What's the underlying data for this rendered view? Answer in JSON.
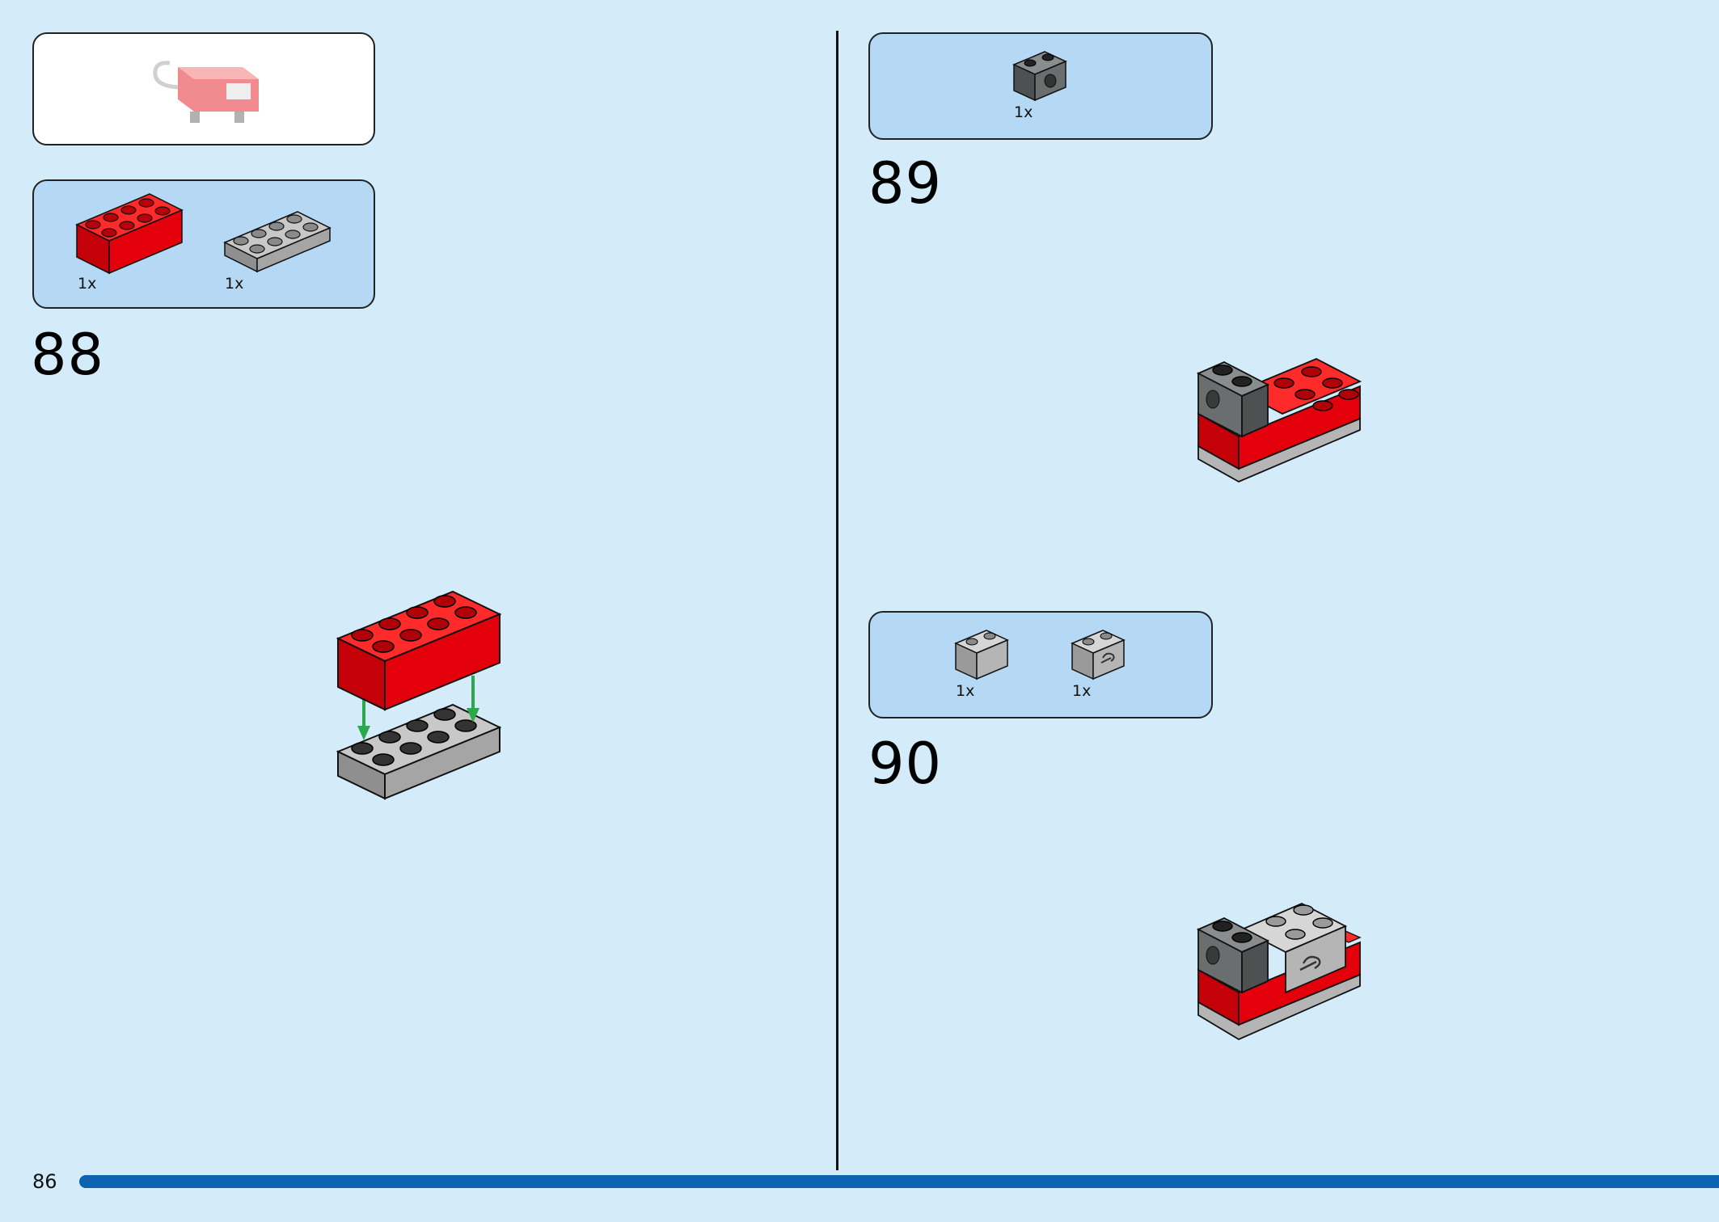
{
  "page": {
    "number": "86"
  },
  "steps": [
    {
      "number": "88",
      "parts": [
        {
          "qty": "1x",
          "part": "red-brick-2x4"
        },
        {
          "qty": "1x",
          "part": "gray-plate-2x4"
        }
      ]
    },
    {
      "number": "89",
      "parts": [
        {
          "qty": "1x",
          "part": "dark-gray-technic-brick-1x2"
        }
      ]
    },
    {
      "number": "90",
      "parts": [
        {
          "qty": "1x",
          "part": "gray-brick-1x2"
        },
        {
          "qty": "1x",
          "part": "gray-brick-1x2-with-clip"
        }
      ]
    }
  ],
  "colors": {
    "background": "#d4ecfa",
    "parts_box": "#b5d8f4",
    "brick_red": "#e3000b",
    "plate_gray": "#a0a19f",
    "dark_gray": "#6b6e6f",
    "arrow_green": "#2aa84a",
    "page_bar": "#0a62b0"
  }
}
